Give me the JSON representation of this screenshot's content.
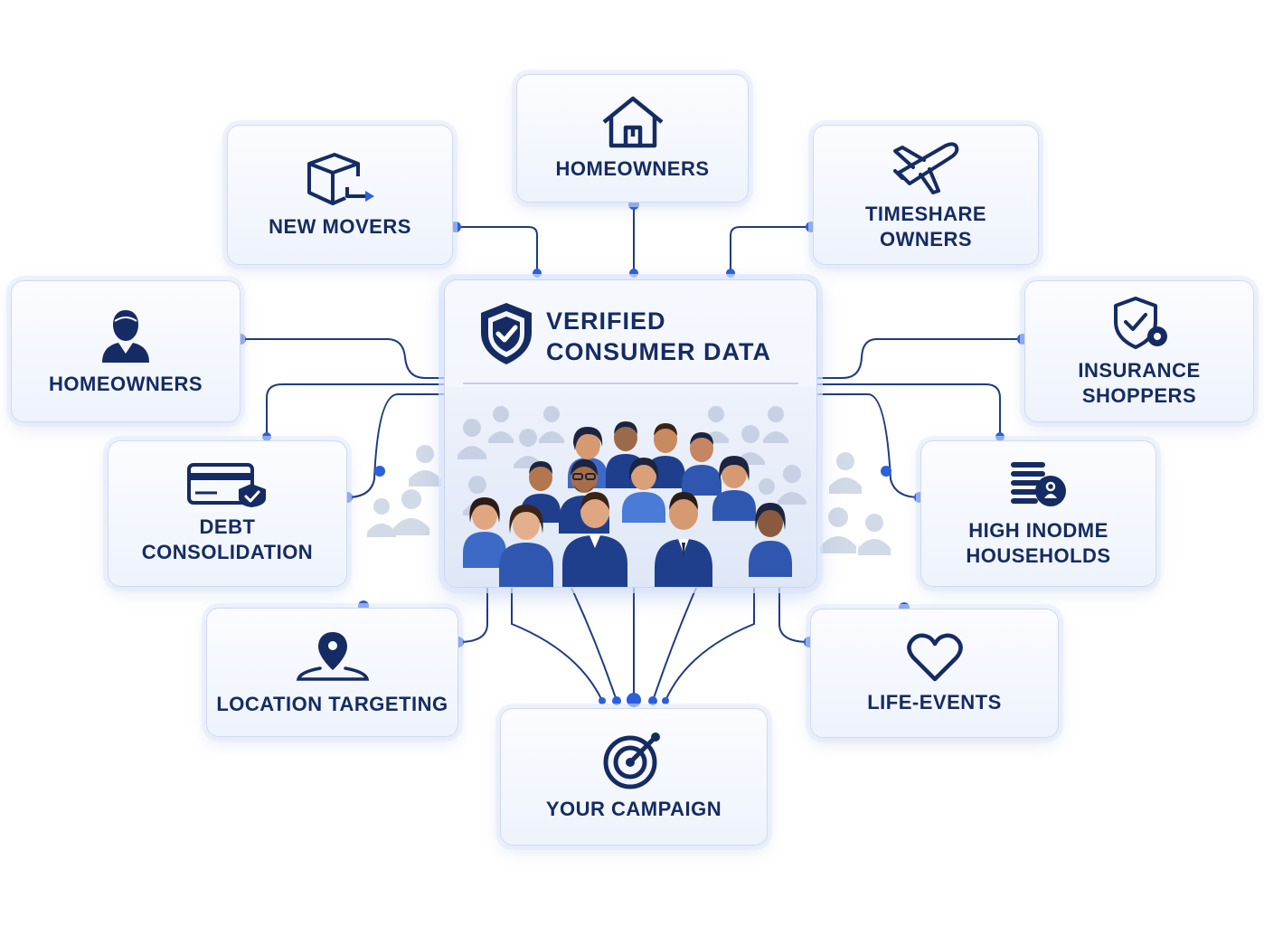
{
  "center": {
    "title": "VERIFIED\nCONSUMER DATA",
    "icon": "shield-check-icon"
  },
  "segments": {
    "homeowners_top": {
      "label": "HOMEOWNERS",
      "icon": "house-icon"
    },
    "new_movers": {
      "label": "NEW MOVERS",
      "icon": "moving-box-icon"
    },
    "timeshare_owners": {
      "label": "TIMESHARE\nOWNERS",
      "icon": "airplane-icon"
    },
    "homeowners_left": {
      "label": "HOMEOWNERS",
      "icon": "person-icon"
    },
    "insurance_shoppers": {
      "label": "INSURANCE\nSHOPPERS",
      "icon": "shield-check-icon"
    },
    "debt_consolidation": {
      "label": "DEBT\nCONSOLIDATION",
      "icon": "credit-card-icon"
    },
    "high_income_households": {
      "label": "HIGH INODME\nHOUSEHOLDS",
      "icon": "coin-stack-icon"
    },
    "location_targeting": {
      "label": "LOCATION TARGETING",
      "icon": "map-pin-icon"
    },
    "life_events": {
      "label": "LIFE-EVENTS",
      "icon": "heart-icon"
    }
  },
  "target": {
    "label": "YOUR CAMPAIGN",
    "icon": "target-icon"
  },
  "colors": {
    "navy": "#152b63",
    "accent_blue": "#2457d6",
    "line": "#1f3a86",
    "card_border": "#cfdbf2"
  }
}
